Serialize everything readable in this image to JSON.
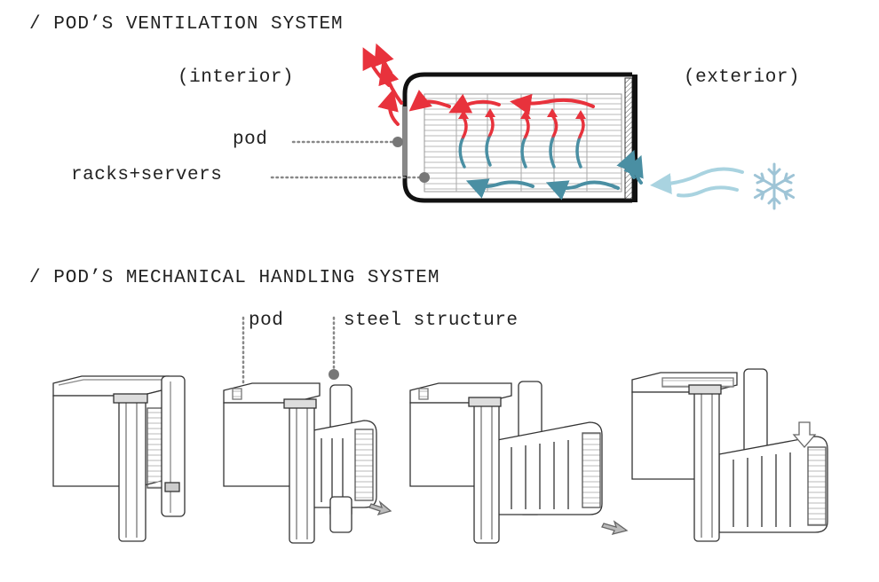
{
  "ventilation": {
    "title": "/ POD’S VENTILATION SYSTEM",
    "interior_label": "(interior)",
    "exterior_label": "(exterior)",
    "pod_label": "pod",
    "racks_label": "racks+servers",
    "icons": [
      "hot-air-arrow-icon",
      "cold-air-arrow-icon",
      "snowflake-icon"
    ],
    "colors": {
      "hot_air": "#e8323c",
      "cold_air": "#4a8fa3",
      "intake_air": "#a9d3e0",
      "snowflake": "#9ec4d6"
    }
  },
  "handling": {
    "title": "/ POD’S MECHANICAL HANDLING SYSTEM",
    "pod_label": "pod",
    "steel_label": "steel structure",
    "steps": [
      "step-1",
      "step-2",
      "step-3",
      "step-4"
    ]
  }
}
